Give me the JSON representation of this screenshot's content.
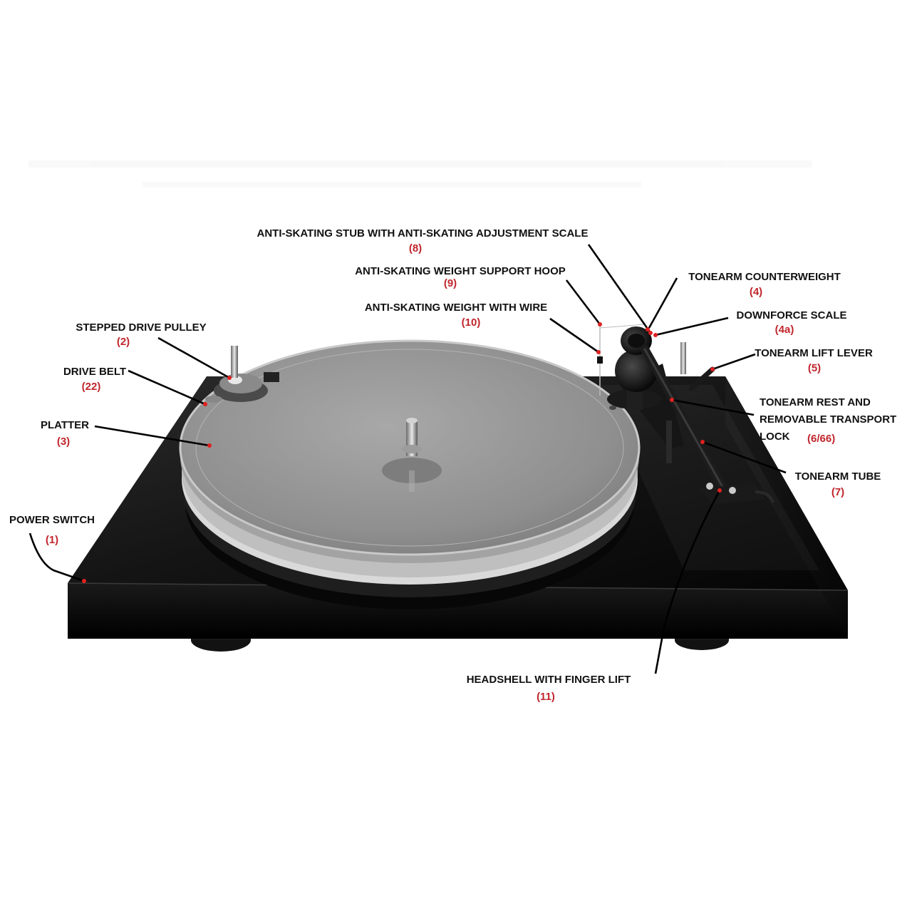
{
  "colors": {
    "label_text": "#111111",
    "number_text": "#c0262c",
    "marker": "#e02020",
    "plinth": "#0b0b0b",
    "platter": "#9a9a9a"
  },
  "callouts": {
    "power_switch": {
      "label": "POWER SWITCH",
      "number": "(1)"
    },
    "drive_pulley": {
      "label": "STEPPED DRIVE PULLEY",
      "number": "(2)"
    },
    "platter": {
      "label": "PLATTER",
      "number": "(3)"
    },
    "counterweight": {
      "label": "TONEARM COUNTERWEIGHT",
      "number": "(4)"
    },
    "downforce": {
      "label": "DOWNFORCE SCALE",
      "number": "(4a)"
    },
    "lift_lever": {
      "label": "TONEARM LIFT LEVER",
      "number": "(5)"
    },
    "tonearm_rest": {
      "label_line1": "TONEARM REST AND",
      "label_line2": "REMOVABLE TRANSPORT",
      "label_line3": "LOCK",
      "number": "(6/66)"
    },
    "tonearm_tube": {
      "label": "TONEARM TUBE",
      "number": "(7)"
    },
    "antiskating_stub": {
      "label": "ANTI-SKATING STUB WITH ANTI-SKATING ADJUSTMENT SCALE",
      "number": "(8)"
    },
    "support_hoop": {
      "label": "ANTI-SKATING WEIGHT SUPPORT HOOP",
      "number": "(9)"
    },
    "weight_wire": {
      "label": "ANTI-SKATING WEIGHT WITH WIRE",
      "number": "(10)"
    },
    "headshell": {
      "label": "HEADSHELL WITH FINGER LIFT",
      "number": "(11)"
    },
    "drive_belt": {
      "label": "DRIVE BELT",
      "number": "(22)"
    }
  }
}
